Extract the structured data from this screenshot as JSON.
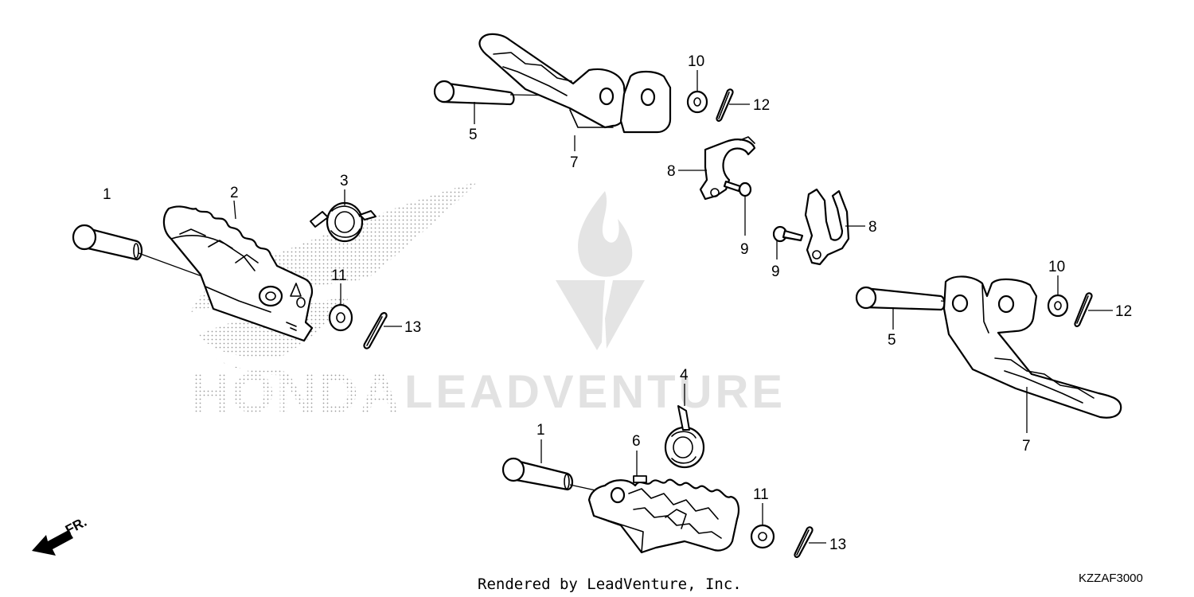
{
  "callouts": [
    "1",
    "2",
    "3",
    "4",
    "5",
    "6",
    "7",
    "8",
    "9",
    "10",
    "11",
    "12",
    "13"
  ],
  "watermark": {
    "brand_text": "HONDA",
    "vendor_text": "LEADVENTURE"
  },
  "direction_label": "FR.",
  "footer": {
    "credit": "Rendered by LeadVenture, Inc.",
    "diagram_code": "KZZAF3000"
  }
}
